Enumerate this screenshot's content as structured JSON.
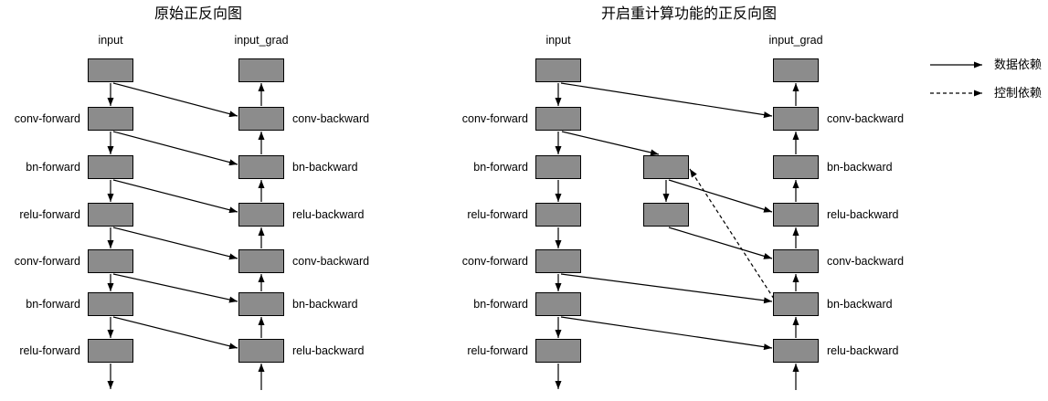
{
  "colors": {
    "background": "#ffffff",
    "box_fill": "#8C8C8C",
    "box_border": "#000000",
    "line": "#000000",
    "text": "#000000"
  },
  "legend": {
    "items": [
      {
        "style": "solid",
        "label": "数据依赖"
      },
      {
        "style": "dashed",
        "label": "控制依赖"
      }
    ]
  },
  "diagrams": [
    {
      "id": "original",
      "title": "原始正反向图",
      "col_headers": [
        {
          "col": "left",
          "label": "input"
        },
        {
          "col": "right",
          "label": "input_grad"
        }
      ],
      "nodes": [
        {
          "id": "l0",
          "col": "left",
          "row": 0
        },
        {
          "id": "l1",
          "col": "left",
          "row": 1,
          "label": "conv-forward",
          "side": "left"
        },
        {
          "id": "l2",
          "col": "left",
          "row": 2,
          "label": "bn-forward",
          "side": "left"
        },
        {
          "id": "l3",
          "col": "left",
          "row": 3,
          "label": "relu-forward",
          "side": "left"
        },
        {
          "id": "l4",
          "col": "left",
          "row": 4,
          "label": "conv-forward",
          "side": "left"
        },
        {
          "id": "l5",
          "col": "left",
          "row": 5,
          "label": "bn-forward",
          "side": "left"
        },
        {
          "id": "l6",
          "col": "left",
          "row": 6,
          "label": "relu-forward",
          "side": "left"
        },
        {
          "id": "r0",
          "col": "right",
          "row": 0
        },
        {
          "id": "r1",
          "col": "right",
          "row": 1,
          "label": "conv-backward",
          "side": "right"
        },
        {
          "id": "r2",
          "col": "right",
          "row": 2,
          "label": "bn-backward",
          "side": "right"
        },
        {
          "id": "r3",
          "col": "right",
          "row": 3,
          "label": "relu-backward",
          "side": "right"
        },
        {
          "id": "r4",
          "col": "right",
          "row": 4,
          "label": "conv-backward",
          "side": "right"
        },
        {
          "id": "r5",
          "col": "right",
          "row": 5,
          "label": "bn-backward",
          "side": "right"
        },
        {
          "id": "r6",
          "col": "right",
          "row": 6,
          "label": "relu-backward",
          "side": "right"
        }
      ],
      "edges": [
        {
          "from": "l0",
          "to": "l1",
          "kind": "down",
          "style": "solid"
        },
        {
          "from": "l1",
          "to": "l2",
          "kind": "down",
          "style": "solid"
        },
        {
          "from": "l2",
          "to": "l3",
          "kind": "down",
          "style": "solid"
        },
        {
          "from": "l3",
          "to": "l4",
          "kind": "down",
          "style": "solid"
        },
        {
          "from": "l4",
          "to": "l5",
          "kind": "down",
          "style": "solid"
        },
        {
          "from": "l5",
          "to": "l6",
          "kind": "down",
          "style": "solid"
        },
        {
          "from": "l6",
          "kind": "exit-down",
          "style": "solid"
        },
        {
          "from": "l0",
          "to": "r1",
          "kind": "diag",
          "style": "solid"
        },
        {
          "from": "l1",
          "to": "r2",
          "kind": "diag",
          "style": "solid"
        },
        {
          "from": "l2",
          "to": "r3",
          "kind": "diag",
          "style": "solid"
        },
        {
          "from": "l3",
          "to": "r4",
          "kind": "diag",
          "style": "solid"
        },
        {
          "from": "l4",
          "to": "r5",
          "kind": "diag",
          "style": "solid"
        },
        {
          "from": "l5",
          "to": "r6",
          "kind": "diag",
          "style": "solid"
        },
        {
          "to": "r6",
          "kind": "enter-up",
          "style": "solid"
        },
        {
          "from": "r6",
          "to": "r5",
          "kind": "up",
          "style": "solid"
        },
        {
          "from": "r5",
          "to": "r4",
          "kind": "up",
          "style": "solid"
        },
        {
          "from": "r4",
          "to": "r3",
          "kind": "up",
          "style": "solid"
        },
        {
          "from": "r3",
          "to": "r2",
          "kind": "up",
          "style": "solid"
        },
        {
          "from": "r2",
          "to": "r1",
          "kind": "up",
          "style": "solid"
        },
        {
          "from": "r1",
          "to": "r0",
          "kind": "up",
          "style": "solid"
        }
      ]
    },
    {
      "id": "recompute",
      "title": "开启重计算功能的正反向图",
      "col_headers": [
        {
          "col": "left",
          "label": "input"
        },
        {
          "col": "right",
          "label": "input_grad"
        }
      ],
      "nodes": [
        {
          "id": "l0",
          "col": "left",
          "row": 0
        },
        {
          "id": "l1",
          "col": "left",
          "row": 1,
          "label": "conv-forward",
          "side": "left"
        },
        {
          "id": "l2",
          "col": "left",
          "row": 2,
          "label": "bn-forward",
          "side": "left"
        },
        {
          "id": "l3",
          "col": "left",
          "row": 3,
          "label": "relu-forward",
          "side": "left"
        },
        {
          "id": "l4",
          "col": "left",
          "row": 4,
          "label": "conv-forward",
          "side": "left"
        },
        {
          "id": "l5",
          "col": "left",
          "row": 5,
          "label": "bn-forward",
          "side": "left"
        },
        {
          "id": "l6",
          "col": "left",
          "row": 6,
          "label": "relu-forward",
          "side": "left"
        },
        {
          "id": "m2",
          "col": "mid",
          "row": 2
        },
        {
          "id": "m3",
          "col": "mid",
          "row": 3
        },
        {
          "id": "r0",
          "col": "right",
          "row": 0
        },
        {
          "id": "r1",
          "col": "right",
          "row": 1,
          "label": "conv-backward",
          "side": "right"
        },
        {
          "id": "r2",
          "col": "right",
          "row": 2,
          "label": "bn-backward",
          "side": "right"
        },
        {
          "id": "r3",
          "col": "right",
          "row": 3,
          "label": "relu-backward",
          "side": "right"
        },
        {
          "id": "r4",
          "col": "right",
          "row": 4,
          "label": "conv-backward",
          "side": "right"
        },
        {
          "id": "r5",
          "col": "right",
          "row": 5,
          "label": "bn-backward",
          "side": "right"
        },
        {
          "id": "r6",
          "col": "right",
          "row": 6,
          "label": "relu-backward",
          "side": "right"
        }
      ],
      "edges": [
        {
          "from": "l0",
          "to": "l1",
          "kind": "down",
          "style": "solid"
        },
        {
          "from": "l1",
          "to": "l2",
          "kind": "down",
          "style": "solid"
        },
        {
          "from": "l2",
          "to": "l3",
          "kind": "down",
          "style": "solid"
        },
        {
          "from": "l3",
          "to": "l4",
          "kind": "down",
          "style": "solid"
        },
        {
          "from": "l4",
          "to": "l5",
          "kind": "down",
          "style": "solid"
        },
        {
          "from": "l5",
          "to": "l6",
          "kind": "down",
          "style": "solid"
        },
        {
          "from": "l6",
          "kind": "exit-down",
          "style": "solid"
        },
        {
          "from": "m2",
          "to": "m3",
          "kind": "down",
          "style": "solid"
        },
        {
          "from": "l0",
          "to": "r1",
          "kind": "diag",
          "style": "solid"
        },
        {
          "from": "l1",
          "to": "m2",
          "kind": "diag",
          "style": "solid"
        },
        {
          "from": "m2",
          "to": "r3",
          "kind": "diag",
          "style": "solid"
        },
        {
          "from": "m3",
          "to": "r4",
          "kind": "diag",
          "style": "solid"
        },
        {
          "from": "l4",
          "to": "r5",
          "kind": "diag",
          "style": "solid"
        },
        {
          "from": "l5",
          "to": "r6",
          "kind": "diag",
          "style": "solid"
        },
        {
          "from": "r5",
          "to": "m2",
          "kind": "control",
          "style": "dashed"
        },
        {
          "to": "r6",
          "kind": "enter-up",
          "style": "solid"
        },
        {
          "from": "r6",
          "to": "r5",
          "kind": "up",
          "style": "solid"
        },
        {
          "from": "r5",
          "to": "r4",
          "kind": "up",
          "style": "solid"
        },
        {
          "from": "r4",
          "to": "r3",
          "kind": "up",
          "style": "solid"
        },
        {
          "from": "r3",
          "to": "r2",
          "kind": "up",
          "style": "solid"
        },
        {
          "from": "r2",
          "to": "r1",
          "kind": "up",
          "style": "solid"
        },
        {
          "from": "r1",
          "to": "r0",
          "kind": "up",
          "style": "solid"
        }
      ]
    }
  ]
}
